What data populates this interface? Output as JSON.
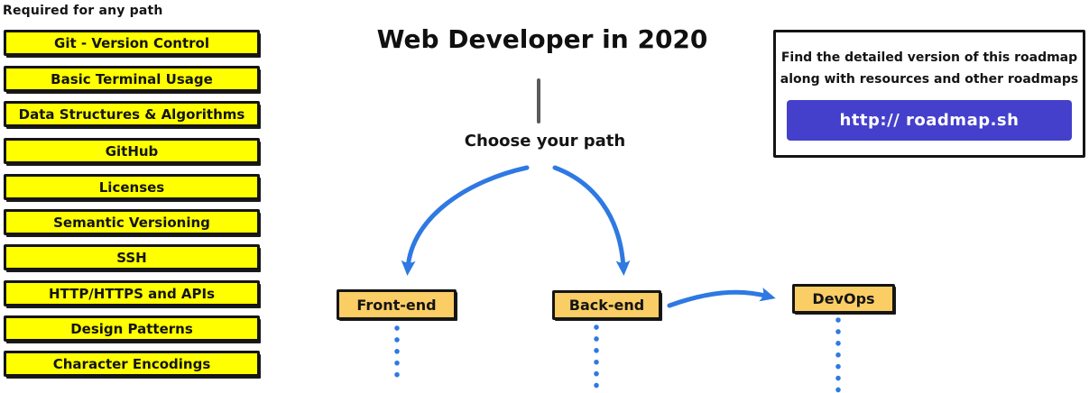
{
  "colors": {
    "yellow": "#ffff00",
    "orange": "#facd65",
    "arrow-blue": "#2e79e2",
    "accent-purple": "#4440cc",
    "border-dark": "#141414",
    "line-gray": "#5a5a5a"
  },
  "left_panel": {
    "heading": "Required for any path",
    "items": [
      "Git - Version Control",
      "Basic Terminal Usage",
      "Data Structures & Algorithms",
      "GitHub",
      "Licenses",
      "Semantic Versioning",
      "SSH",
      "HTTP/HTTPS and APIs",
      "Design Patterns",
      "Character Encodings"
    ]
  },
  "center": {
    "title": "Web Developer in 2020",
    "choose_label": "Choose your path",
    "nodes": {
      "frontend": "Front-end",
      "backend": "Back-end",
      "devops": "DevOps"
    }
  },
  "info_box": {
    "line1": "Find the detailed version of this roadmap",
    "line2": "along with resources and other roadmaps",
    "button_label": "http:// roadmap.sh"
  }
}
